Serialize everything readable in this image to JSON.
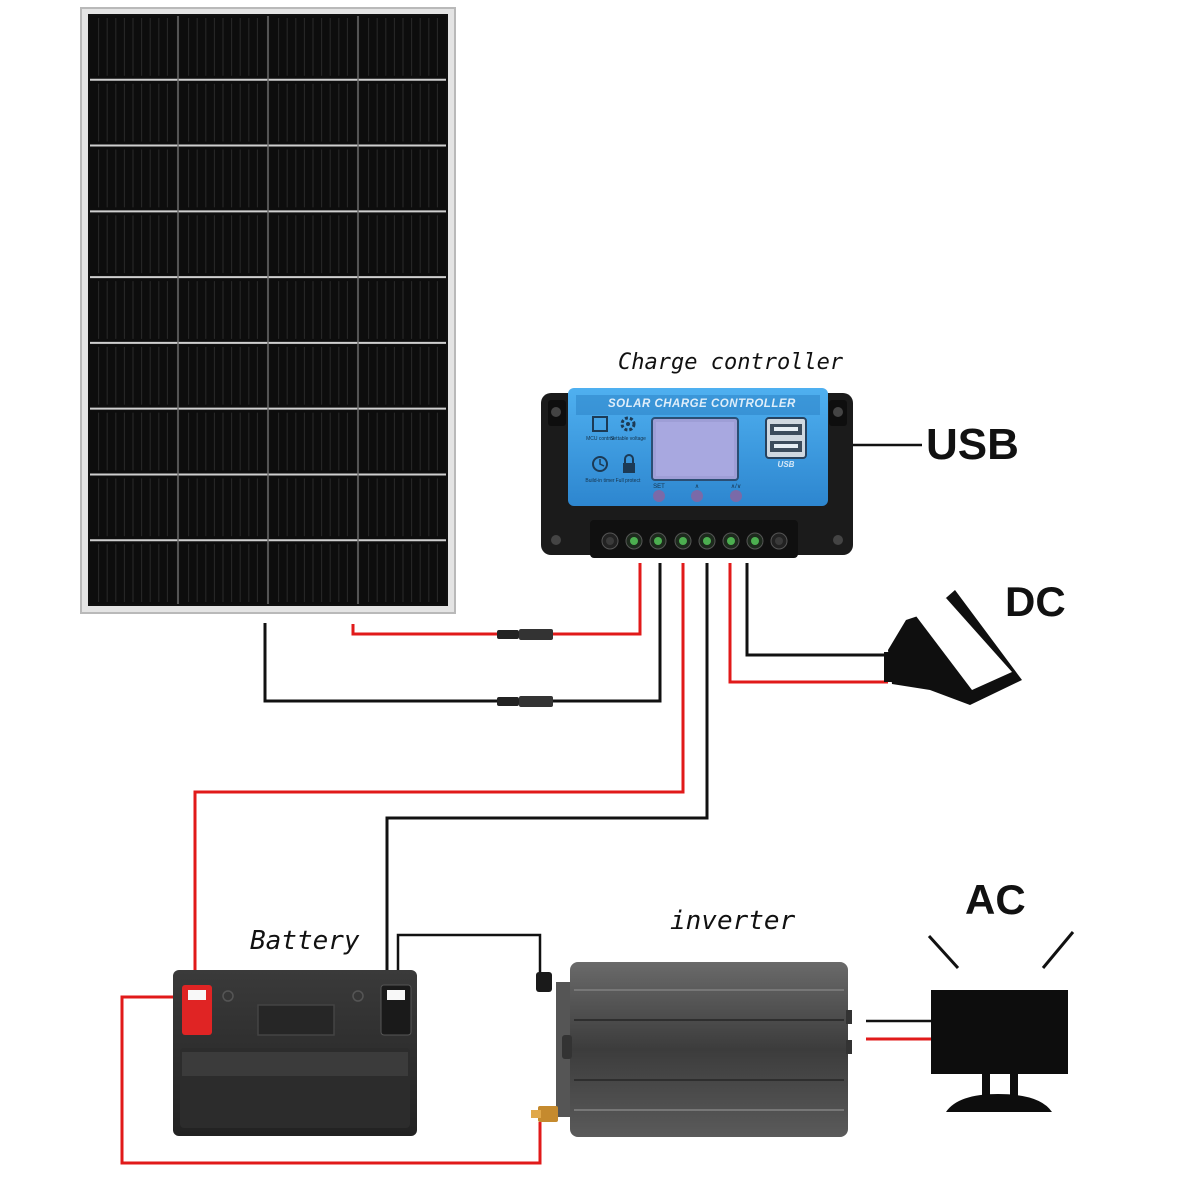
{
  "labels": {
    "charge_controller": "Charge controller",
    "usb": "USB",
    "dc": "DC",
    "ac": "AC",
    "battery": "Battery",
    "inverter": "inverter"
  },
  "controller_panel": {
    "title": "SOLAR CHARGE CONTROLLER",
    "icons": [
      {
        "icon": "mcu-chip-icon",
        "text": "MCU control"
      },
      {
        "icon": "gear-icon",
        "text": "Settable voltage"
      },
      {
        "icon": "clock-icon",
        "text": "Build-in timer"
      },
      {
        "icon": "lock-icon",
        "text": "Full protect"
      }
    ],
    "buttons": [
      "SET",
      "∧",
      "∧/∨"
    ],
    "usb_port_label": "USB"
  },
  "components": [
    "solar-panel",
    "charge-controller",
    "battery",
    "inverter",
    "dc-lamp",
    "ac-monitor"
  ],
  "wire_colors": {
    "positive": "#e11a1a",
    "negative": "#111111"
  },
  "colors": {
    "controller_face": "#3d9be0",
    "controller_body": "#1b1b1b",
    "panel_cell": "#0d0d0d",
    "panel_frame": "#dcdcdc",
    "battery_body": "#2a2a2a",
    "battery_positive_terminal": "#e02424",
    "inverter_body": "#4a4a4a"
  }
}
